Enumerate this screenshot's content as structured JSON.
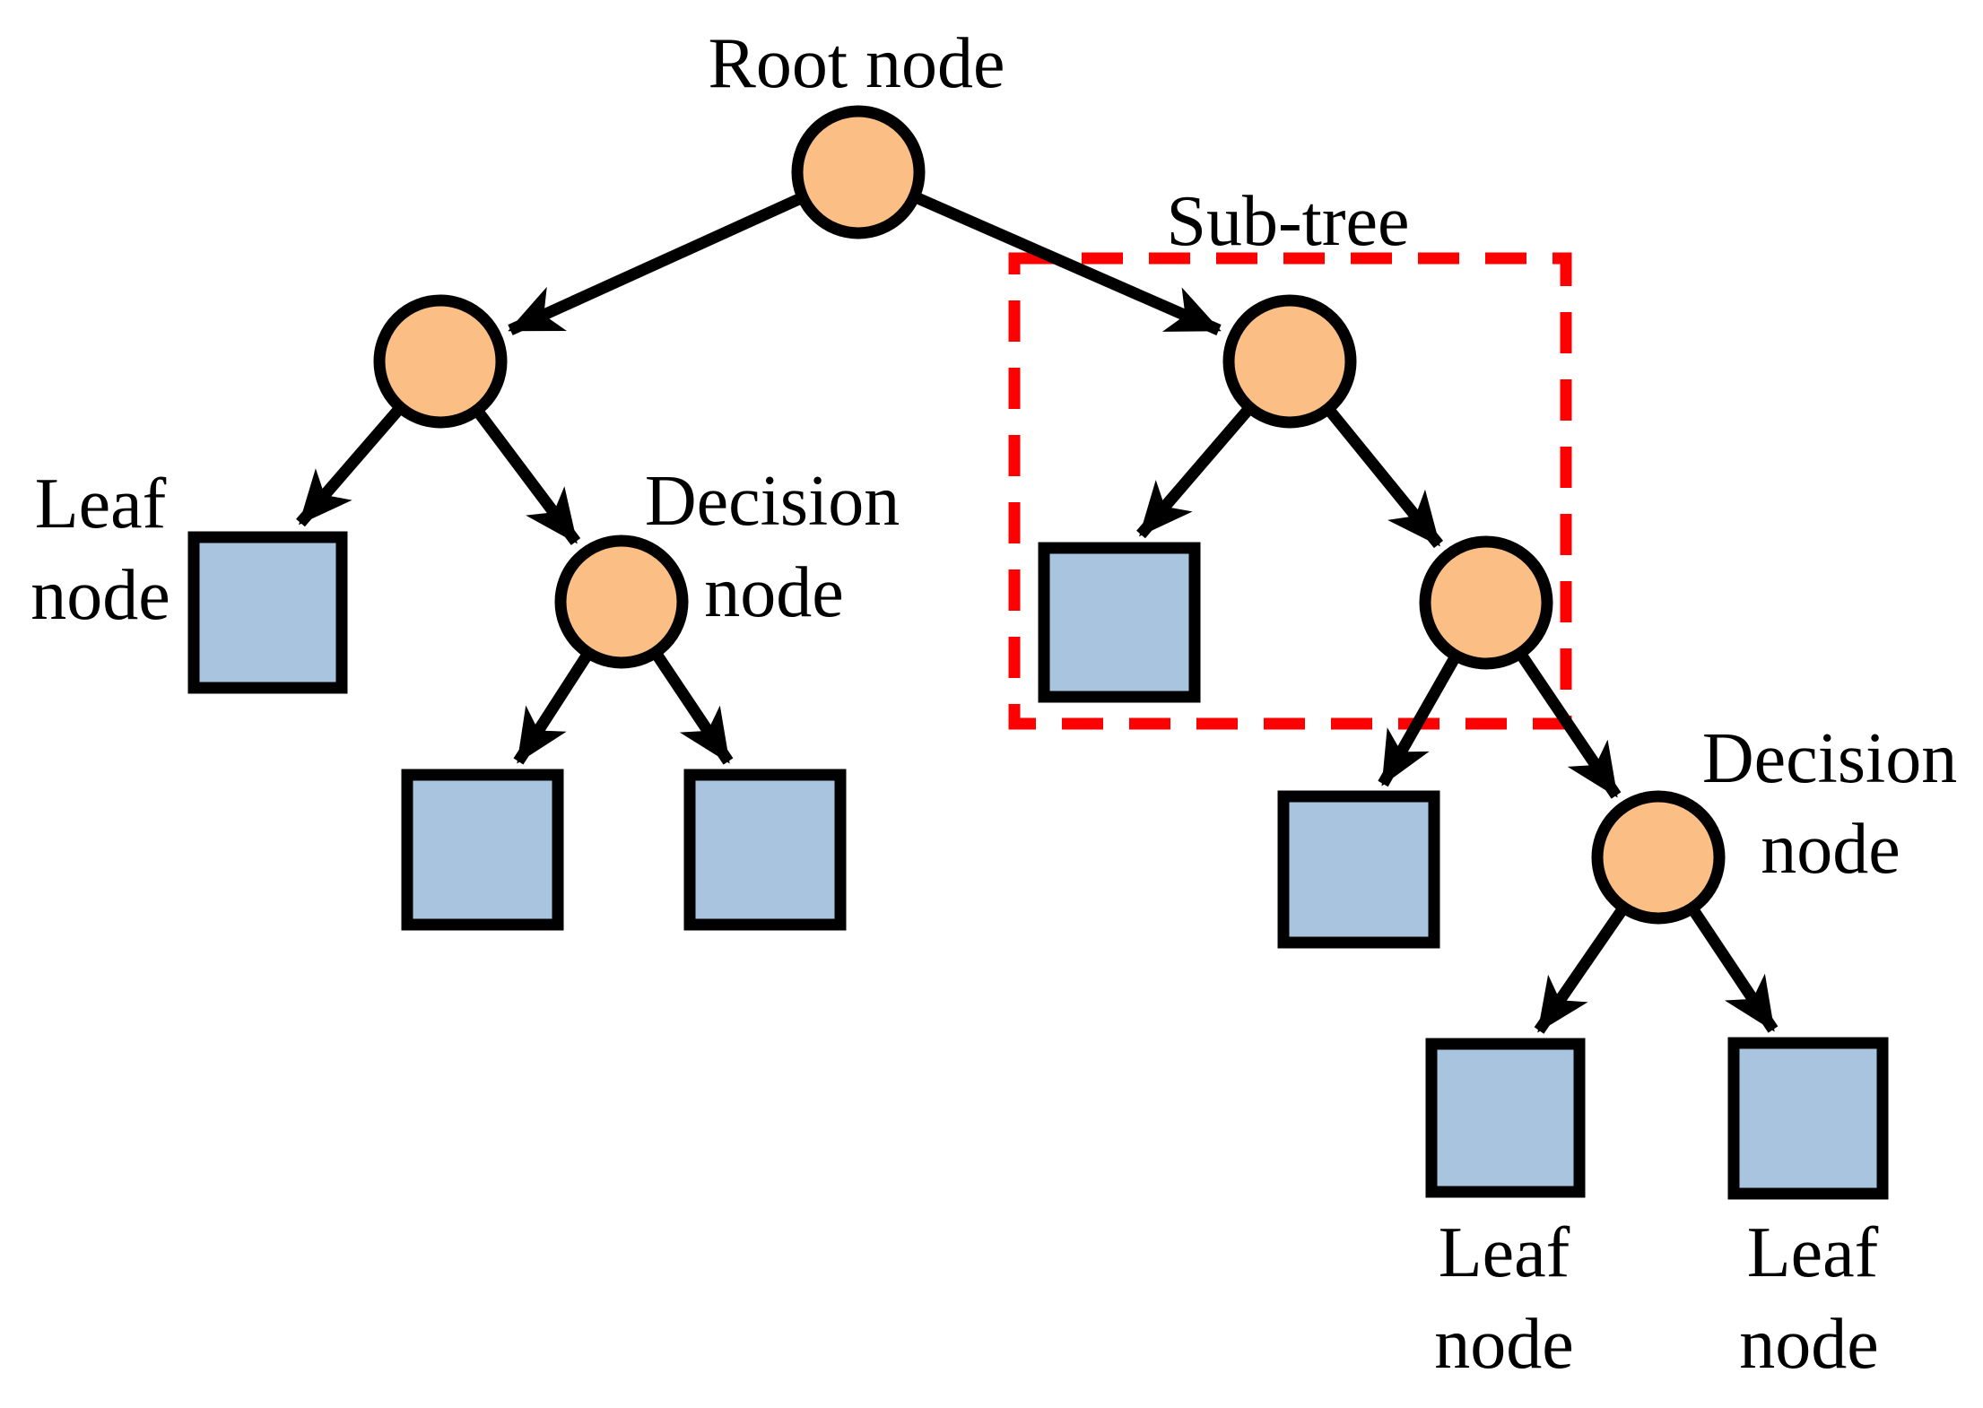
{
  "figure": {
    "type": "decision-tree-diagram",
    "background": "#FFFFFF"
  },
  "colors": {
    "decision_node_fill": "#FBBE85",
    "leaf_node_fill": "#A9C4DE",
    "outline": "#000000",
    "subtree_box_stroke": "#FF0000"
  },
  "labels": {
    "root": "Root node",
    "subtree": "Sub-tree",
    "left_leaf": {
      "line1": "Leaf",
      "line2": "node"
    },
    "left_decision": {
      "line1": "Decision",
      "line2": "node"
    },
    "right_decision": {
      "line1": "Decision",
      "line2": "node"
    },
    "bottom_left_leaf": {
      "line1": "Leaf",
      "line2": "node"
    },
    "bottom_right_leaf": {
      "line1": "Leaf",
      "line2": "node"
    }
  },
  "structure": {
    "nodes": [
      {
        "id": "root",
        "kind": "decision",
        "label": "Root node"
      },
      {
        "id": "decision-left",
        "kind": "decision",
        "label": ""
      },
      {
        "id": "decision-subtree",
        "kind": "decision",
        "label": "Sub-tree"
      },
      {
        "id": "leaf-far-left",
        "kind": "leaf",
        "label": "Leaf node"
      },
      {
        "id": "decision-left-2",
        "kind": "decision",
        "label": "Decision node"
      },
      {
        "id": "leaf-bottom-left-1",
        "kind": "leaf",
        "label": ""
      },
      {
        "id": "leaf-bottom-left-2",
        "kind": "leaf",
        "label": ""
      },
      {
        "id": "leaf-subtree",
        "kind": "leaf",
        "label": ""
      },
      {
        "id": "decision-right-2",
        "kind": "decision",
        "label": ""
      },
      {
        "id": "leaf-mid-bottom",
        "kind": "leaf",
        "label": ""
      },
      {
        "id": "decision-right-3",
        "kind": "decision",
        "label": "Decision node"
      },
      {
        "id": "leaf-bottom-right-1",
        "kind": "leaf",
        "label": "Leaf node"
      },
      {
        "id": "leaf-bottom-right-2",
        "kind": "leaf",
        "label": "Leaf node"
      }
    ],
    "edges": [
      [
        "root",
        "decision-left"
      ],
      [
        "root",
        "decision-subtree"
      ],
      [
        "decision-left",
        "leaf-far-left"
      ],
      [
        "decision-left",
        "decision-left-2"
      ],
      [
        "decision-left-2",
        "leaf-bottom-left-1"
      ],
      [
        "decision-left-2",
        "leaf-bottom-left-2"
      ],
      [
        "decision-subtree",
        "leaf-subtree"
      ],
      [
        "decision-subtree",
        "decision-right-2"
      ],
      [
        "decision-right-2",
        "leaf-mid-bottom"
      ],
      [
        "decision-right-2",
        "decision-right-3"
      ],
      [
        "decision-right-3",
        "leaf-bottom-right-1"
      ],
      [
        "decision-right-3",
        "leaf-bottom-right-2"
      ]
    ]
  }
}
